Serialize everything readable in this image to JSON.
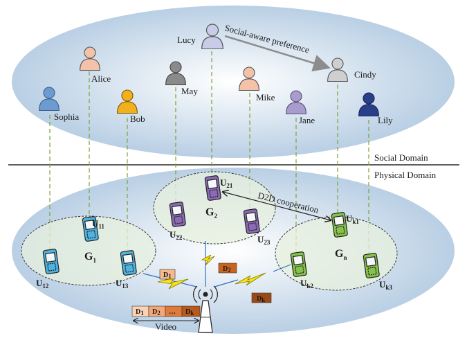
{
  "domains": {
    "social": "Social Domain",
    "physical": "Physical Domain"
  },
  "people": [
    {
      "name": "Lucy",
      "color": "#c9cce6"
    },
    {
      "name": "Alice",
      "color": "#f3c2a8"
    },
    {
      "name": "May",
      "color": "#8a8a8a"
    },
    {
      "name": "Mike",
      "color": "#f3c2a8"
    },
    {
      "name": "Cindy",
      "color": "#cfcfcf"
    },
    {
      "name": "Sophia",
      "color": "#6b9bd1"
    },
    {
      "name": "Bob",
      "color": "#f2b11c"
    },
    {
      "name": "Jane",
      "color": "#a99bcc"
    },
    {
      "name": "Lily",
      "color": "#2a3f8a"
    }
  ],
  "annotations": {
    "social_pref": "Social-aware preference",
    "d2d": "D2D cooperation",
    "video": "Video"
  },
  "groups": [
    {
      "base": "G",
      "sub": "1"
    },
    {
      "base": "G",
      "sub": "2"
    },
    {
      "base": "G",
      "sub": "n"
    }
  ],
  "users": [
    {
      "base": "U",
      "sub": "11",
      "color": "#4fb3e0"
    },
    {
      "base": "U",
      "sub": "12",
      "color": "#4fb3e0"
    },
    {
      "base": "U",
      "sub": "13",
      "color": "#4fb3e0"
    },
    {
      "base": "U",
      "sub": "21",
      "color": "#8b6bb5"
    },
    {
      "base": "U",
      "sub": "22",
      "color": "#8b6bb5"
    },
    {
      "base": "U",
      "sub": "23",
      "color": "#8b6bb5"
    },
    {
      "base": "U",
      "sub": "k1",
      "color": "#86c34a"
    },
    {
      "base": "U",
      "sub": "k2",
      "color": "#86c34a"
    },
    {
      "base": "U",
      "sub": "k3",
      "color": "#86c34a"
    }
  ],
  "data_blocks": [
    {
      "base": "D",
      "sub": "1",
      "color": "#f5b98d"
    },
    {
      "base": "D",
      "sub": "2",
      "color": "#c9641e"
    },
    {
      "base": "D",
      "sub": "k",
      "color": "#9c4a14"
    }
  ],
  "video_segments": [
    {
      "base": "D",
      "sub": "1",
      "color": "#f9d3b4"
    },
    {
      "base": "D",
      "sub": "2",
      "color": "#f2a877"
    },
    {
      "base": "…",
      "sub": "",
      "color": "#de7a3c"
    },
    {
      "base": "D",
      "sub": "k",
      "color": "#b95a1c"
    }
  ]
}
